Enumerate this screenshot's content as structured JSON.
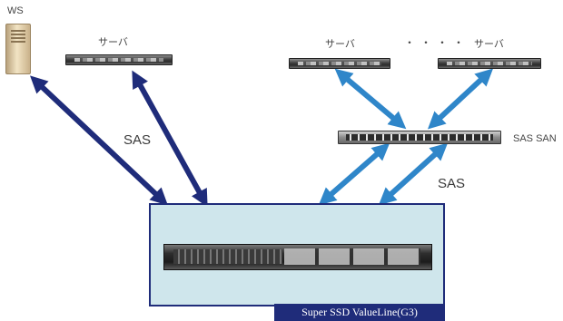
{
  "labels": {
    "ws": "WS",
    "server_left": "サーバ",
    "server_mid": "サーバ",
    "dots": "・・・・",
    "server_right": "サーバ",
    "sas_san": "SAS SAN",
    "sas_left": "SAS",
    "sas_right": "SAS",
    "storage": "Super SSD ValueLine(G3)"
  },
  "colors": {
    "dark_arrow": "#1f2c7a",
    "light_arrow": "#2f86c9",
    "storage_fill": "#cfe6ec"
  }
}
